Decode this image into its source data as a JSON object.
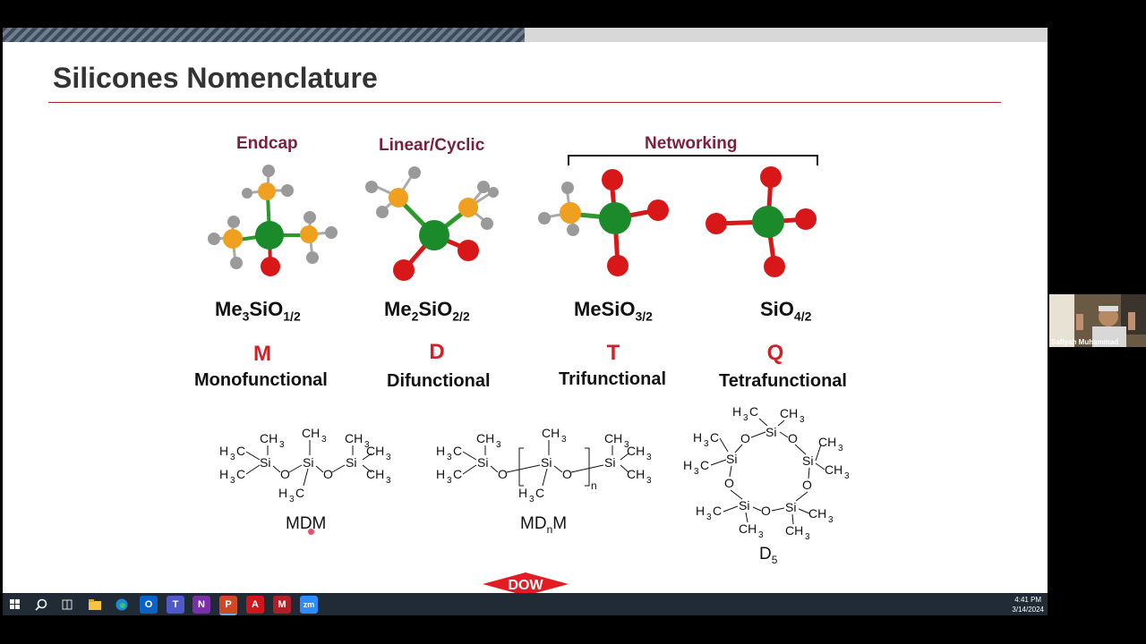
{
  "slide": {
    "title": "Silicones Nomenclature",
    "networking_label": "Networking",
    "columns": [
      {
        "category": "Endcap",
        "formula_base": "Me",
        "formula_sub1": "3",
        "formula_mid": "SiO",
        "formula_sub2": "1/2",
        "letter": "M",
        "name": "Monofunctional"
      },
      {
        "category": "Linear/Cyclic",
        "formula_base": "Me",
        "formula_sub1": "2",
        "formula_mid": "SiO",
        "formula_sub2": "2/2",
        "letter": "D",
        "name": "Difunctional"
      },
      {
        "category": "",
        "formula_base": "MeSiO",
        "formula_sub1": "3/2",
        "letter": "T",
        "name": "Trifunctional"
      },
      {
        "category": "",
        "formula_base": "SiO",
        "formula_sub1": "4/2",
        "letter": "Q",
        "name": "Tetrafunctional"
      }
    ],
    "structures": {
      "mdm": {
        "label": "MDM",
        "h3c": "H",
        "three": "3",
        "c": "C",
        "ch": "CH",
        "si": "Si",
        "o": "O"
      },
      "mdnm": {
        "label_base": "MD",
        "label_sub": "n",
        "label_end": "M",
        "n": "n"
      },
      "d5": {
        "label_base": "D",
        "label_sub": "5"
      }
    },
    "logo_text": "DOW"
  },
  "colors": {
    "title_rule": "#b0202a",
    "category_text": "#7b1f3f",
    "letter_red": "#d31f26",
    "silicon_green": "#1a8a2a",
    "oxygen_red": "#d81818",
    "carbon_orange": "#f0a020",
    "hydrogen_grey": "#9a9a9a"
  },
  "taskbar": {
    "icons": [
      "windows-start-icon",
      "search-icon",
      "task-view-icon",
      "file-explorer-icon",
      "edge-icon",
      "outlook-icon",
      "teams-icon",
      "onenote-icon",
      "powerpoint-icon",
      "acrobat-icon",
      "red-app-icon",
      "zoom-icon"
    ],
    "time": "4:41 PM",
    "date": "3/14/2024"
  },
  "webcam": {
    "participant_name": "Safiyah Muhammad"
  }
}
